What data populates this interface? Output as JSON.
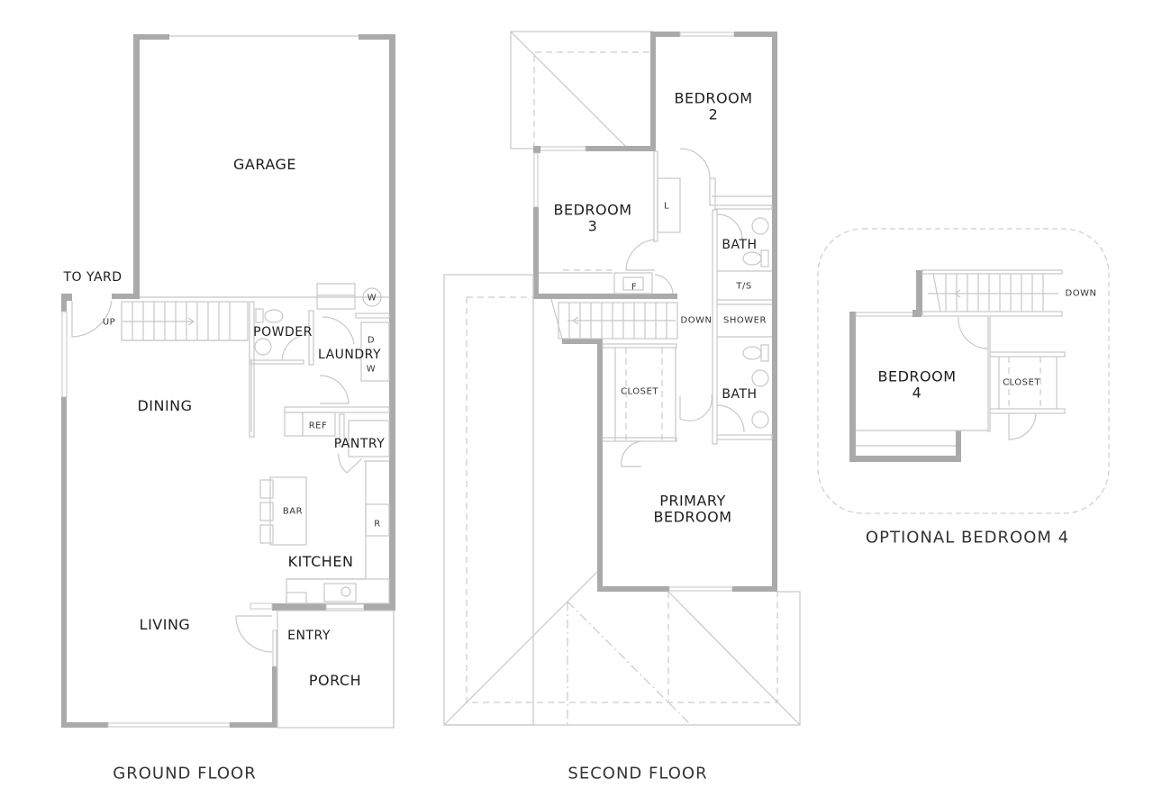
{
  "ground_floor": {
    "caption": "GROUND FLOOR",
    "rooms": {
      "garage": "GARAGE",
      "to_yard": "TO YARD",
      "up": "UP",
      "powder": "POWDER",
      "laundry": "LAUNDRY",
      "washer_circle": "W",
      "dryer": "D",
      "washer": "W",
      "dining": "DINING",
      "ref": "REF",
      "pantry": "PANTRY",
      "bar": "BAR",
      "r": "R",
      "kitchen": "KITCHEN",
      "living": "LIVING",
      "entry": "ENTRY",
      "porch": "PORCH"
    }
  },
  "second_floor": {
    "caption": "SECOND FLOOR",
    "rooms": {
      "bedroom2_line1": "BEDROOM",
      "bedroom2_line2": "2",
      "bedroom3_line1": "BEDROOM",
      "bedroom3_line2": "3",
      "linen": "L",
      "bath_upper": "BATH",
      "ts": "T/S",
      "furnace": "F",
      "down": "DOWN",
      "shower": "SHOWER",
      "closet": "CLOSET",
      "bath_lower": "BATH",
      "primary_line1": "PRIMARY",
      "primary_line2": "BEDROOM"
    }
  },
  "optional_bedroom": {
    "caption": "OPTIONAL BEDROOM 4",
    "rooms": {
      "down": "DOWN",
      "bedroom4_line1": "BEDROOM",
      "bedroom4_line2": "4",
      "closet": "CLOSET"
    }
  },
  "colors": {
    "wall": "#aaaaaa",
    "line": "#c8c8c8",
    "text": "#1e1e1e"
  }
}
